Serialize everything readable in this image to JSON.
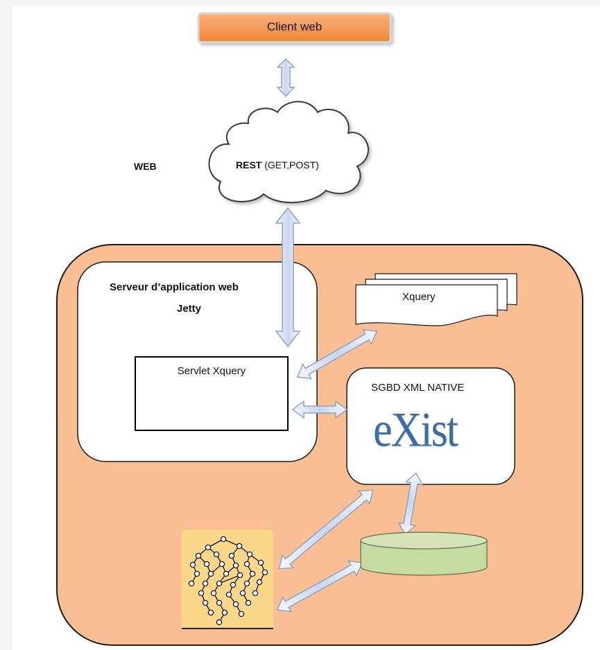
{
  "client": {
    "label": "Client web"
  },
  "web_label": "WEB",
  "cloud": {
    "bold": "REST",
    "rest": " (GET,POST)"
  },
  "server": {
    "line1": "Serveur d’application web",
    "line2": "Jetty"
  },
  "servlet": {
    "label": "Servlet Xquery"
  },
  "xquery_doc": {
    "label": "Xquery"
  },
  "sgbd": {
    "label": "SGBD XML NATIVE",
    "logo_text": "eXist"
  },
  "colors": {
    "client_fill": "#f7964a",
    "container_fill": "#f9bf92",
    "cylinder_fill": "#c5dba1",
    "tree_bg": "#fbd78a",
    "logo_blue": "#3d6ea3",
    "arrow_fill": "#d9e3f1",
    "arrow_stroke": "#8da3c8"
  },
  "icons": [
    "double-arrow-icon",
    "cloud-icon",
    "document-stack-icon",
    "database-cylinder-icon",
    "xml-tree-icon"
  ]
}
